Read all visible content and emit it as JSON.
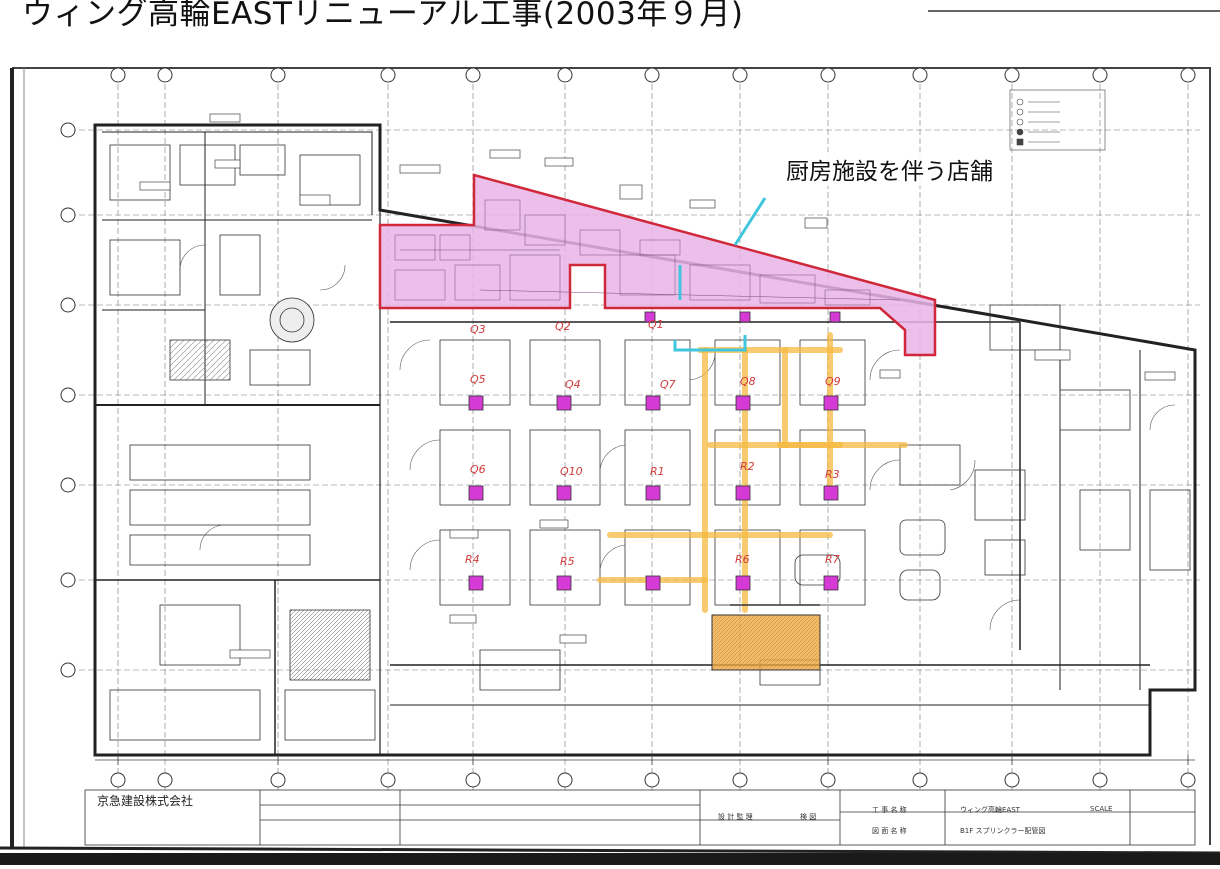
{
  "slide": {
    "title": "ウィング高輪EASTリニューアル工事(2003年９月)",
    "callout": "厨房施設を伴う店舗"
  },
  "drawing": {
    "company": "京急建設株式会社",
    "title_block": {
      "project_caption": "工 事 名 称",
      "project_name": "ウィング高輪EAST",
      "drawing_caption": "図 面 名 称",
      "drawing_name": "B1F スプリンクラー配管図",
      "scale_caption": "SCALE",
      "design_caption": "設 計 監 理",
      "check_caption": "検 図"
    },
    "store_marks": [
      "Q3",
      "Q2",
      "Q1",
      "Q5",
      "Q4",
      "Q7",
      "Q8",
      "Q9",
      "Q6",
      "Q10",
      "R1",
      "R2",
      "R3",
      "R4",
      "R5",
      "R6",
      "R7"
    ]
  },
  "colors": {
    "kitchen_zone_fill": "#e8b4e6",
    "kitchen_zone_border": "#d0283a",
    "sprinkler_pipe": "#f5b942",
    "sprinkler_head": "#d63ad6",
    "cyan_pipe": "#3fc6dc"
  }
}
